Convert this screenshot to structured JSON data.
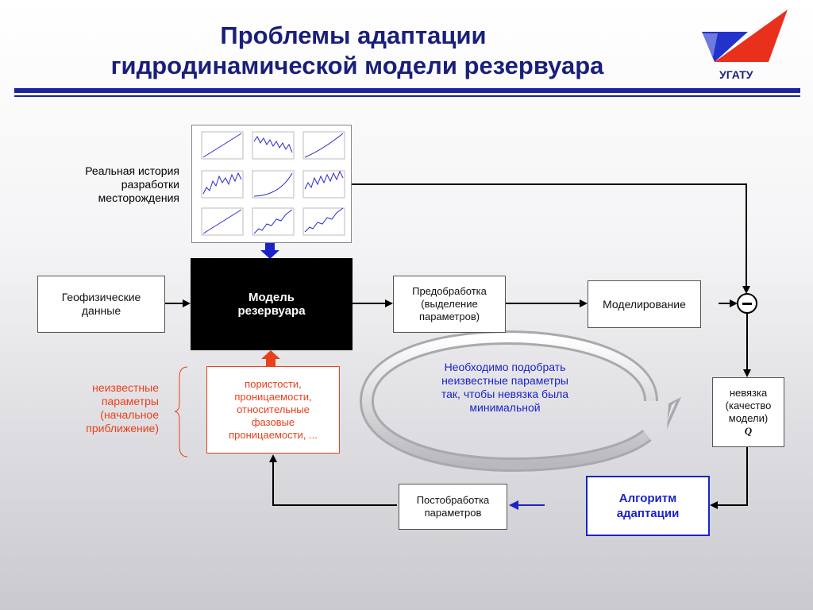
{
  "title": {
    "line1": "Проблемы адаптации",
    "line2": "гидродинамической модели резервуара"
  },
  "logo": {
    "text": "УГАТУ"
  },
  "history": {
    "label": "Реальная история разработки месторождения"
  },
  "geo": {
    "label": "Геофизические данные"
  },
  "model": {
    "label": "Модель резервуара"
  },
  "preproc": {
    "label": "Предобработка (выделение параметров)"
  },
  "sim": {
    "label": "Моделирование"
  },
  "params": {
    "side_label": "неизвестные параметры (начальное приближение)",
    "list": "пористости, проницаемости, относительные фазовые проницаемости, ..."
  },
  "loop": {
    "text": "Необходимо подобрать неизвестные параметры так, чтобы невязка была минимальной"
  },
  "misfit": {
    "line1": "невязка (качество модели)",
    "symbol": "Q"
  },
  "algo": {
    "label": "Алгоритм адаптации"
  },
  "postproc": {
    "label": "Постобработка параметров"
  },
  "colors": {
    "title": "#1a1f7a",
    "accent_blue": "#1a23c8",
    "accent_red": "#e8401c",
    "model_bg": "#000000"
  }
}
